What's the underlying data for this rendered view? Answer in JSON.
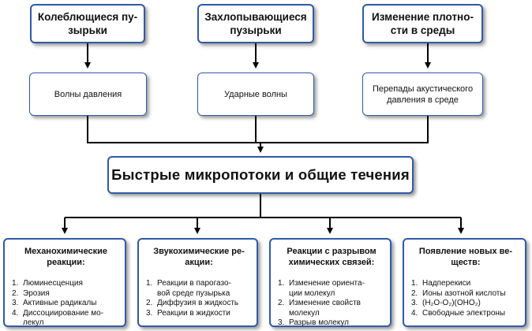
{
  "causes": [
    {
      "label": "Колеблющиеся пу-\nзырьки"
    },
    {
      "label": "Захлопывающиеся\nпузырьки"
    },
    {
      "label": "Изменение плотно-\nсти в среды"
    }
  ],
  "effects": [
    {
      "label": "Волны давления"
    },
    {
      "label": "Ударные волны"
    },
    {
      "label": "Перепады акустического\nдавления в среде"
    }
  ],
  "central": {
    "label": "Быстрые  микропотоки  и общие течения"
  },
  "outcomes": [
    {
      "title": "Механохимические\nреакции:",
      "items": [
        {
          "n": "1.",
          "text": "Люминесценция"
        },
        {
          "n": "2.",
          "text": "Эрозия"
        },
        {
          "n": "3.",
          "text": "Активные радикалы"
        },
        {
          "n": "4.",
          "text": "Диссоциирование мо-\nлекул"
        }
      ]
    },
    {
      "title": "Звукохимические ре-\nакции:",
      "items": [
        {
          "n": "1.",
          "text": "Реакции в парогазо-\nвой среде пузырька"
        },
        {
          "n": "2.",
          "text": "Диффузия в жидкость"
        },
        {
          "n": "3.",
          "text": "Реакции в жидкости"
        }
      ]
    },
    {
      "title": "Реакции с разрывом\nхимических связей:",
      "items": [
        {
          "n": "1.",
          "text": "Изменение ориента-\nции молекул"
        },
        {
          "n": "2.",
          "text": "Изменение свойств\nмолекул"
        },
        {
          "n": "3.",
          "text": "Разрыв молекул"
        }
      ]
    },
    {
      "title": "Появление новых ве-\nществ:",
      "items": [
        {
          "n": "1.",
          "text": "Надперекиси"
        },
        {
          "n": "2.",
          "text": "Ионы азотной кислоты"
        },
        {
          "n": "3.",
          "text": "(H₂O-O₂)(OHO₂)"
        },
        {
          "n": "4.",
          "text": "Свободные электроны"
        }
      ]
    }
  ],
  "colors": {
    "border": "#2f5aa8",
    "connector": "#000000",
    "shadow": "#5a5a5a"
  }
}
